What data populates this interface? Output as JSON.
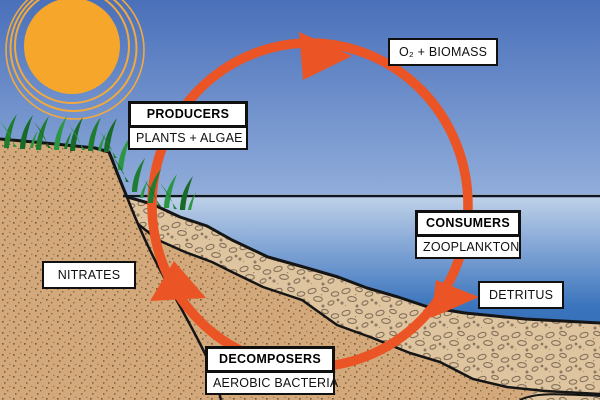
{
  "diagram_subject": "aquatic nutrient cycle",
  "labels": {
    "producers": {
      "title": "PRODUCERS",
      "subtitle": "PLANTS + ALGAE"
    },
    "consumers": {
      "title": "CONSUMERS",
      "subtitle": "ZOOPLANKTON"
    },
    "decomposers": {
      "title": "DECOMPOSERS",
      "subtitle": "AEROBIC BACTERIA"
    },
    "o2_biomass": {
      "text": "O₂ + BIOMASS"
    },
    "nitrates": {
      "text": "NITRATES"
    },
    "detritus": {
      "text": "DETRITUS"
    }
  },
  "cycle": {
    "direction": "clockwise",
    "arrow_count": 3
  },
  "icons": {
    "sun": "sun-icon"
  },
  "colors": {
    "cycle_arrow": "#EB5424",
    "sun": "#F6A72B",
    "sky_top": "#4A70BA",
    "water_deep": "#2A62AC",
    "sand": "#D3A97B",
    "pebble_sand": "#DEC5A0",
    "grass": "#1E7D31",
    "label_bg": "#FFFFFF",
    "label_border": "#101010"
  }
}
